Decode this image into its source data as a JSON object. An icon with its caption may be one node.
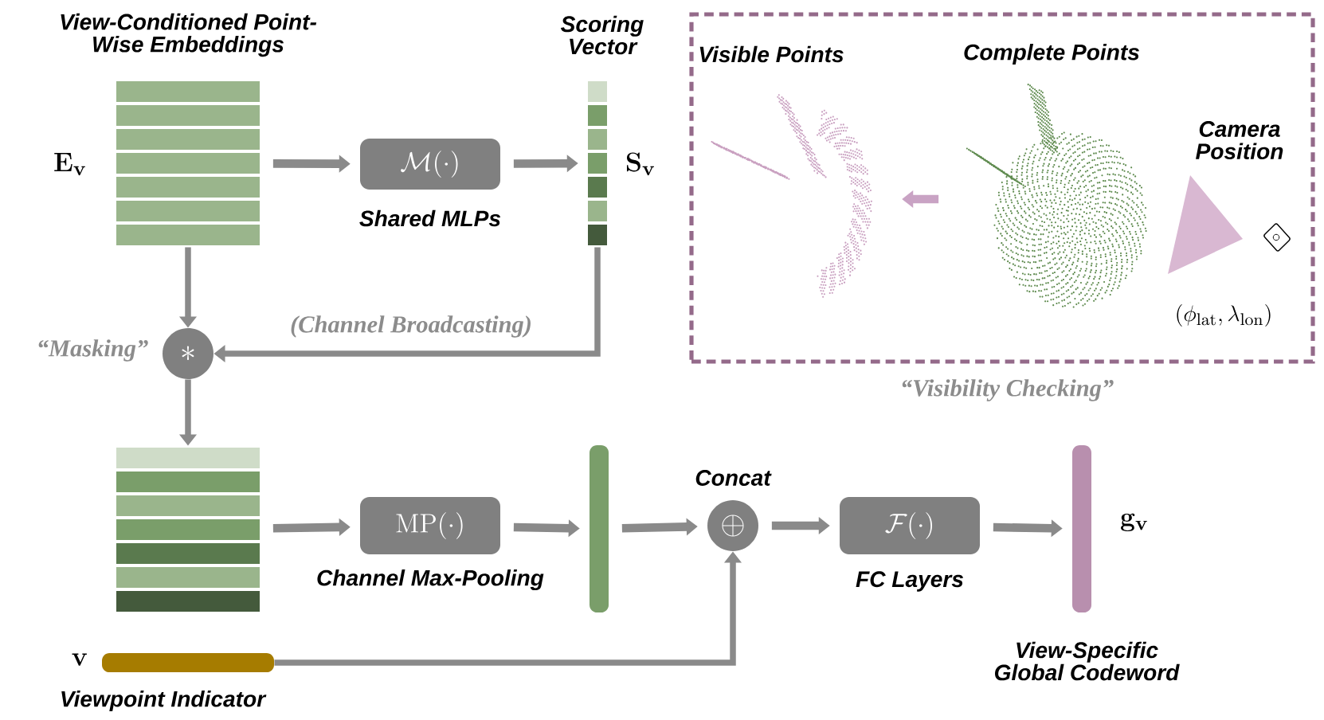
{
  "diagram": {
    "nodes": [
      {
        "text": [
          "View-Conditioned Point-Wise Embeddings",
          "\\mathbf{E}_{\\mathbf{v}}"
        ]
      },
      {
        "text": [
          "\\mathcal{M}(\\cdot)",
          "Shared MLPs"
        ]
      },
      {
        "text": [
          "Scoring Vector",
          "\\mathbf{S}_{\\mathbf{v}}"
        ]
      },
      {
        "text": [
          "\\ast"
        ],
        "beside": [
          "“Masking”"
        ]
      },
      {
        "text": [],
        "shape": "box"
      },
      {
        "text": [
          "\\mathrm{MP}(\\cdot)",
          "Channel Max-Pooling"
        ]
      },
      {
        "text": [],
        "shape": "bar"
      },
      {
        "text": [
          "Concat",
          "\\oplus"
        ]
      },
      {
        "text": [
          "\\mathcal{F}(\\cdot)",
          "FC Layers"
        ]
      },
      {
        "text": [
          "\\mathbf{g}_{\\mathbf{v}}",
          "View-Specific Global Codeword"
        ]
      },
      {
        "text": [
          "\\mathbf{v}",
          "Viewpoint Indicator"
        ]
      },
      {
        "text": [
          "“Visibility Checking”"
        ]
      },
      {
        "text": [
          "Visible Points"
        ],
        "in": 11
      },
      {
        "text": [
          "Complete Points"
        ],
        "in": 11
      },
      {
        "text": [
          "Camera Position",
          "(\\phi_{\\mathrm{lat}}, \\lambda_{\\mathrm{lon}})"
        ],
        "in": 11
      }
    ],
    "edges": [
      {
        "from": 0,
        "to": 1,
        "arrow": "to"
      },
      {
        "from": 1,
        "to": 2,
        "arrow": "to"
      },
      {
        "from": 0,
        "to": 3,
        "arrow": "to"
      },
      {
        "from": 2,
        "to": 3,
        "arrow": "to",
        "label": "(Channel Broadcasting)"
      },
      {
        "from": 3,
        "to": 4,
        "arrow": "to"
      },
      {
        "from": 4,
        "to": 5,
        "arrow": "to"
      },
      {
        "from": 5,
        "to": 6,
        "arrow": "to"
      },
      {
        "from": 6,
        "to": 7,
        "arrow": "to"
      },
      {
        "from": 10,
        "to": 7,
        "arrow": "to"
      },
      {
        "from": 7,
        "to": 8,
        "arrow": "to"
      },
      {
        "from": 8,
        "to": 9,
        "arrow": "to"
      },
      {
        "from": 13,
        "to": 12,
        "arrow": "to",
        "color": "#c9a3c4"
      }
    ]
  }
}
